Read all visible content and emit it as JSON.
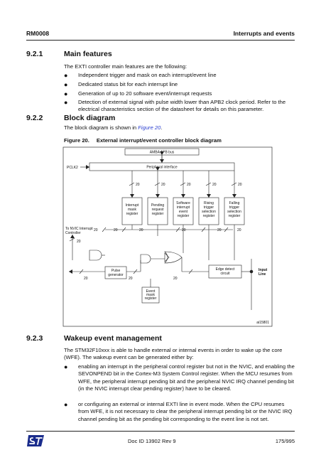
{
  "header": {
    "doc_id": "RM0008",
    "chapter": "Interrupts and events"
  },
  "section_221": {
    "number": "9.2.1",
    "title": "Main features",
    "intro": "The EXTI controller main features are the following:",
    "bullets": [
      "Independent trigger and mask on each interrupt/event line",
      "Dedicated status bit for each interrupt line",
      "Generation of up to 20 software event/interrupt requests",
      "Detection of external signal with pulse width lower than APB2 clock period. Refer to the electrical characteristics section of the datasheet for details on this parameter."
    ]
  },
  "section_222": {
    "number": "9.2.2",
    "title": "Block diagram",
    "text_before": "The block diagram is shown in",
    "figure_link": "Figure 20",
    "text_after": ".",
    "figure_number": "Figure 20.",
    "figure_title": "External interrupt/event controller block diagram"
  },
  "diagram": {
    "amba_bus": "AMBA APB bus",
    "pclk": "PCLK2",
    "peripheral_interface": "Peripheral interface",
    "registers": [
      [
        "Interrupt",
        "mask",
        "register"
      ],
      [
        "Pending",
        "request",
        "register"
      ],
      [
        "Software",
        "interrupt",
        "event",
        "register"
      ],
      [
        "Rising",
        "trigger",
        "selection",
        "register"
      ],
      [
        "Falling",
        "trigger",
        "selection",
        "register"
      ]
    ],
    "bus_width": "20",
    "nvic": [
      "To NVIC Interrupt",
      "Controller"
    ],
    "pulse_generator": [
      "Pulse",
      "generator"
    ],
    "event_mask": [
      "Event",
      "mask",
      "register"
    ],
    "edge_detect": [
      "Edge detect",
      "circuit"
    ],
    "input_line": [
      "Input",
      "Line"
    ],
    "figure_id": "ai15801"
  },
  "section_223": {
    "number": "9.2.3",
    "title": "Wakeup event management",
    "intro": "The STM32F10xxx is able to handle external or internal events in order to wake up the core (WFE). The wakeup event can be generated either by:",
    "bullets": [
      "enabling an interrupt in the peripheral control register but not in the NVIC, and enabling the SEVONPEND bit in the Cortex-M3 System Control register. When the MCU resumes from WFE, the peripheral interrupt pending bit and the peripheral NVIC IRQ channel pending bit (in the NVIC interrupt clear pending register) have to be cleared.",
      "or configuring an external or internal EXTI line in event mode. When the CPU resumes from WFE, it is not necessary to clear the peripheral interrupt pending bit or the NVIC IRQ channel pending bit as the pending bit corresponding to the event line is not set."
    ]
  },
  "footer": {
    "doc_ref": "Doc ID 13902 Rev 9",
    "page": "175/995",
    "logo_color": "#1a2c8c"
  }
}
